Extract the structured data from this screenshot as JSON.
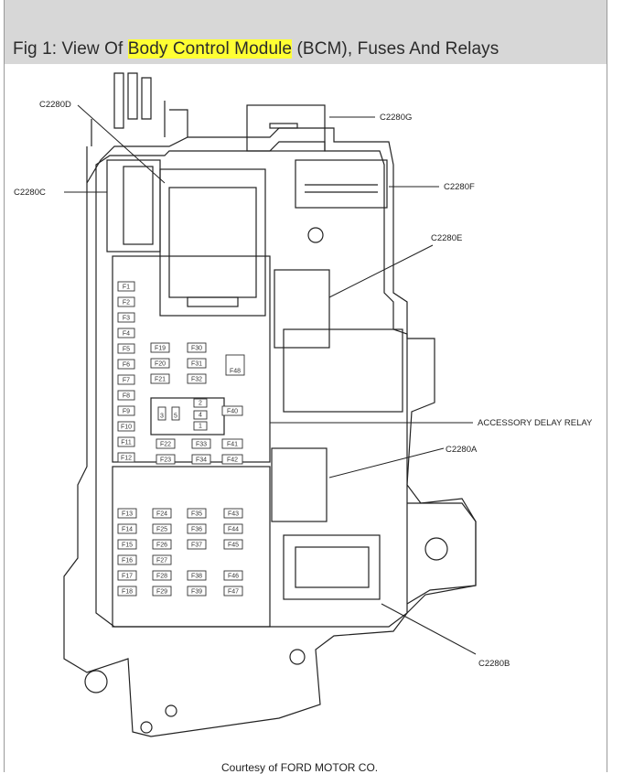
{
  "figure": {
    "title_prefix": "Fig 1: View Of ",
    "title_highlight": "Body Control Module",
    "title_suffix": " (BCM), Fuses And Relays",
    "highlight_color": "#ffff33",
    "credit": "Courtesy of FORD MOTOR CO."
  },
  "callouts": {
    "c2280d": "C2280D",
    "c2280g": "C2280G",
    "c2280c": "C2280C",
    "c2280f": "C2280F",
    "c2280e": "C2280E",
    "accessory_delay_relay": "ACCESSORY DELAY RELAY",
    "c2280a": "C2280A",
    "c2280b": "C2280B"
  },
  "fuses": {
    "left_column": [
      "F1",
      "F2",
      "F3",
      "F4",
      "F5",
      "F6",
      "F7",
      "F8",
      "F9",
      "F10",
      "F11",
      "F12"
    ],
    "mid_column": [
      "F19",
      "F20",
      "F21",
      "F22",
      "F23"
    ],
    "right_column": [
      "F30",
      "F31",
      "F32",
      "F33",
      "F34"
    ],
    "far_right": [
      "F48",
      "F40",
      "F41",
      "F42"
    ],
    "relay_block": [
      "3",
      "5",
      "2",
      "4",
      "1"
    ],
    "lower_col1": [
      "F13",
      "F14",
      "F15",
      "F16",
      "F17",
      "F18"
    ],
    "lower_col2": [
      "F24",
      "F25",
      "F26",
      "F27",
      "F28",
      "F29"
    ],
    "lower_col3": [
      "F35",
      "F36",
      "F37",
      "F38",
      "F39"
    ],
    "lower_col4": [
      "F43",
      "F44",
      "F45",
      "F46",
      "F47"
    ]
  }
}
